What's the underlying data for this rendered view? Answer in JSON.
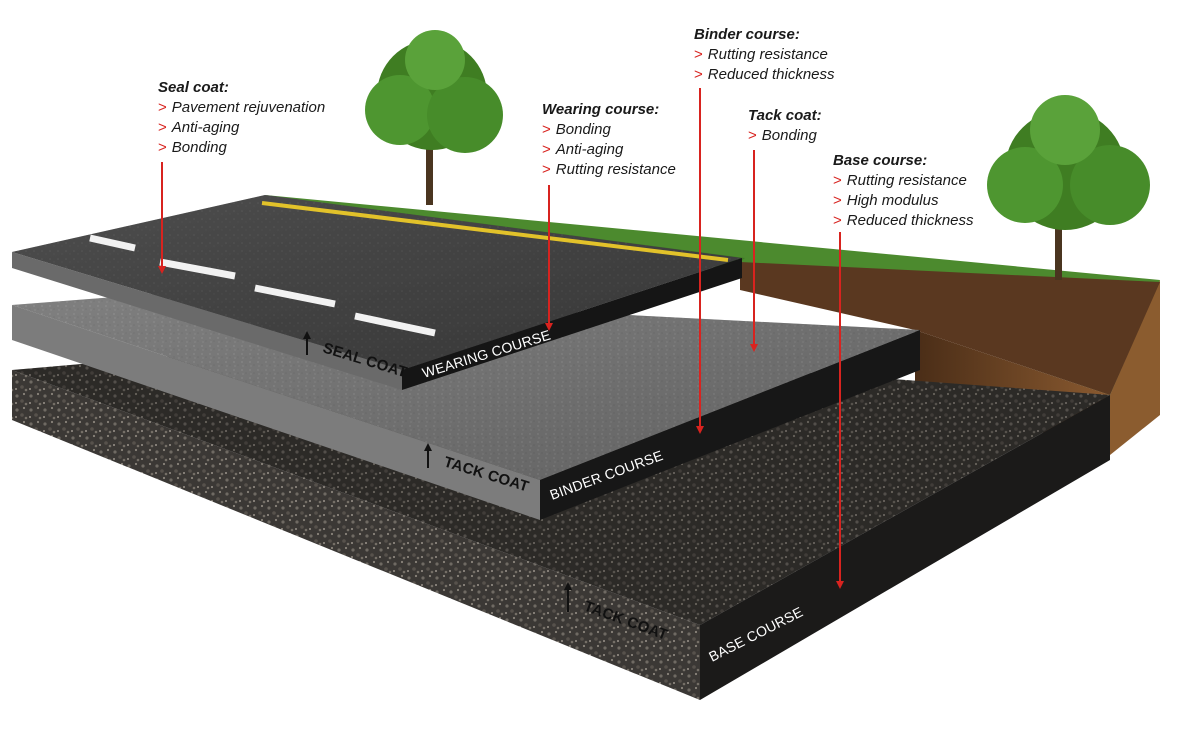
{
  "callouts": {
    "seal_coat": {
      "title": "Seal coat:",
      "items": [
        "Pavement rejuvenation",
        "Anti-aging",
        "Bonding"
      ]
    },
    "wearing_course": {
      "title": "Wearing course:",
      "items": [
        "Bonding",
        "Anti-aging",
        "Rutting resistance"
      ]
    },
    "binder_course": {
      "title": "Binder course:",
      "items": [
        "Rutting resistance",
        "Reduced thickness"
      ]
    },
    "tack_coat": {
      "title": "Tack coat:",
      "items": [
        "Bonding"
      ]
    },
    "base_course": {
      "title": "Base course:",
      "items": [
        "Rutting resistance",
        "High modulus",
        "Reduced thickness"
      ]
    },
    "bullet": ">"
  },
  "layer_labels": {
    "seal_coat": "SEAL COAT",
    "wearing_course": "WEARING COURSE",
    "tack_coat_upper": "TACK COAT",
    "binder_course": "BINDER COURSE",
    "tack_coat_lower": "TACK COAT",
    "base_course": "BASE COURSE"
  },
  "colors": {
    "arrow": "#d8231f",
    "grass": "#4c8a2e",
    "soil": "#6b4426",
    "lane_line": "#e2c22a"
  }
}
